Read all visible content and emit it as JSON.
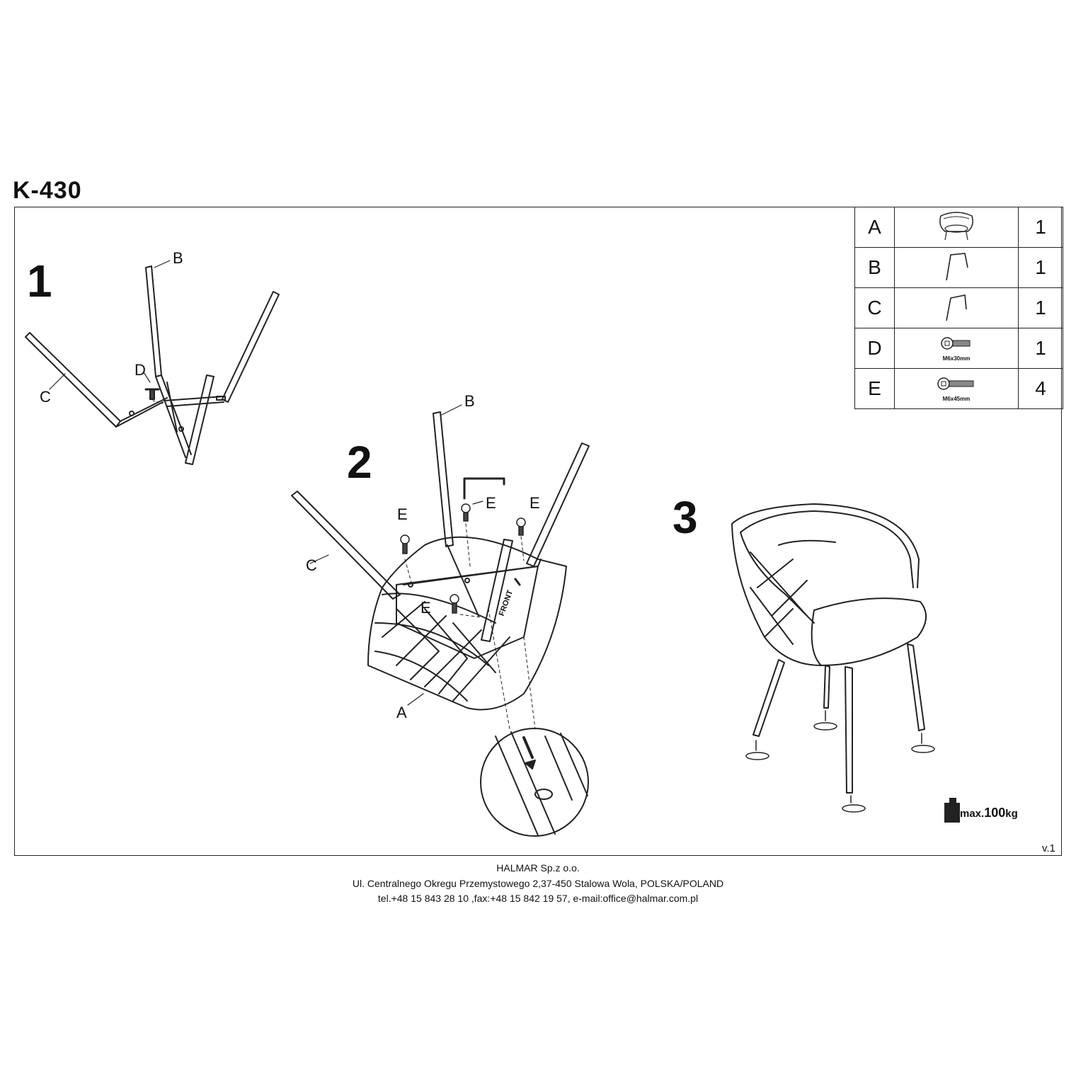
{
  "title": "K-430",
  "steps": [
    "1",
    "2",
    "3"
  ],
  "parts": [
    {
      "letter": "A",
      "icon": "seat-shell-icon",
      "spec": "",
      "qty": "1"
    },
    {
      "letter": "B",
      "icon": "leg-frame-icon",
      "spec": "",
      "qty": "1"
    },
    {
      "letter": "C",
      "icon": "leg-frame-icon",
      "spec": "",
      "qty": "1"
    },
    {
      "letter": "D",
      "icon": "bolt-icon",
      "spec": "M6x30mm",
      "qty": "1"
    },
    {
      "letter": "E",
      "icon": "bolt-icon",
      "spec": "M6x45mm",
      "qty": "4"
    }
  ],
  "labels": {
    "s1_b": "B",
    "s1_c": "C",
    "s1_d": "D",
    "s2_b": "B",
    "s2_c": "C",
    "s2_a": "A",
    "s2_e1": "E",
    "s2_e2": "E",
    "s2_e3": "E",
    "s2_e4": "E",
    "front": "FRONT"
  },
  "max_load": {
    "prefix": "max.",
    "value": "100",
    "unit": "kg"
  },
  "version": "v.1",
  "footer": {
    "company": "HALMAR Sp.z o.o.",
    "address": "Ul. Centralnego Okregu Przemystowego 2,37-450 Stalowa Wola, POLSKA/POLAND",
    "contact": "tel.+48 15 843 28 10 ,fax:+48 15 842 19 57, e-mail:office@halmar.com.pl"
  }
}
